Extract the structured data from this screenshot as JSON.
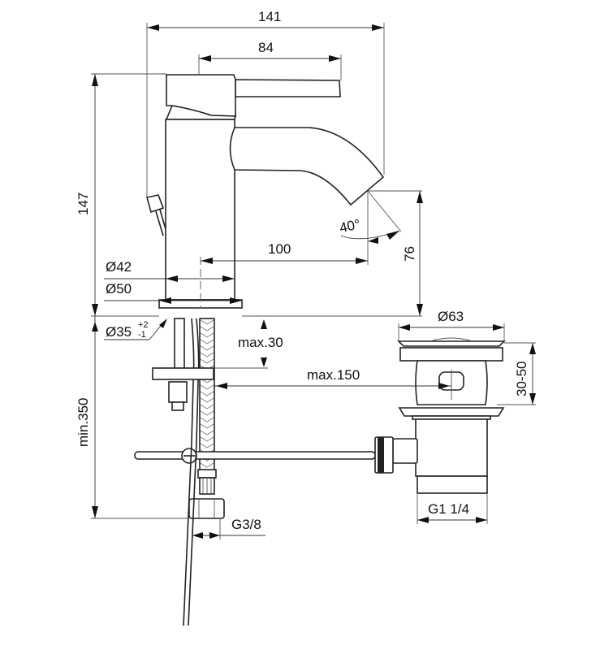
{
  "drawing": {
    "subject": "Basin mixer with pop-up waste",
    "dimensions": {
      "overall_projection": "141",
      "lever_length": "84",
      "height": "147",
      "spout_reach": "100",
      "spout_height": "76",
      "spout_angle": "40°",
      "body_diameter": "Ø42",
      "base_diameter": "Ø50",
      "hole_diameter": "Ø35",
      "hole_tol_plus": "+2",
      "hole_tol_minus": "-1",
      "deck_thickness": "max.30",
      "rod_length": "max.150",
      "hose_length": "min.350",
      "hose_thread": "G3/8",
      "waste_diameter": "Ø63",
      "waste_adjust": "30-50",
      "waste_thread": "G1 1/4"
    }
  }
}
